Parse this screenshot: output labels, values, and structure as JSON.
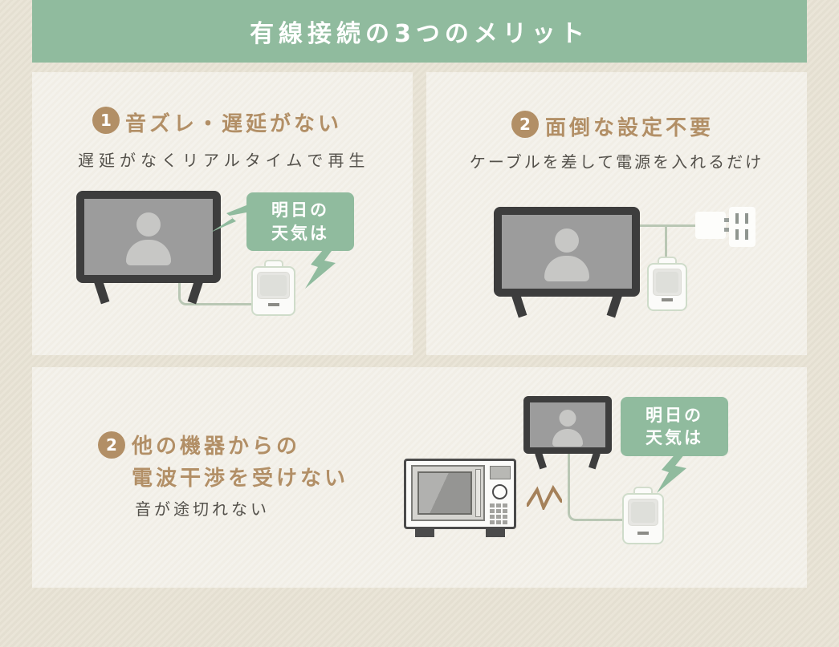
{
  "header": {
    "title": "有線接続の3つのメリット"
  },
  "panels": {
    "no_delay": {
      "badge": "1",
      "title": "音ズレ・遅延がない",
      "subtitle": "遅延がなくリアルタイムで再生",
      "bubble": {
        "line1": "明日の",
        "line2": "天気は"
      }
    },
    "no_setup": {
      "badge": "2",
      "title": "面倒な設定不要",
      "subtitle": "ケーブルを差して電源を入れるだけ"
    },
    "no_interference": {
      "badge": "2",
      "title_line1": "他の機器からの",
      "title_line2": "電波干渉を受けない",
      "subtitle": "音が途切れない",
      "bubble": {
        "line1": "明日の",
        "line2": "天気は"
      }
    }
  },
  "colors": {
    "header_green": "#90bb9e",
    "bubble_green": "#90bb9e",
    "accent_brown": "#b28f66",
    "text_dark": "#54514b",
    "cable_green": "#b9c7b4",
    "tv_frame": "#3d3d3d",
    "interference_brown": "#a5815a",
    "background_beige": "#e8e3d5",
    "panel_beige": "#f3f1ea"
  }
}
